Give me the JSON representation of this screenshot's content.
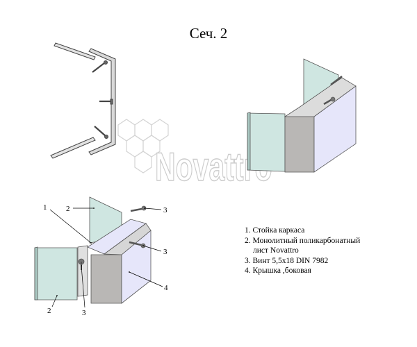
{
  "title": "Сеч. 2",
  "watermark": {
    "text": "Novattro"
  },
  "callouts": [
    "1",
    "2",
    "3",
    "3",
    "3",
    "4",
    "2",
    "3"
  ],
  "legend": [
    "1. Стойка каркаса",
    "2. Монолитный поликарбонатный",
    "лист Novattro",
    "3. Винт 5,5x18 DIN 7982",
    "4. Крышка ,боковая"
  ],
  "colors": {
    "sheet": "#cfe6e1",
    "sheet_edge": "#9fbfb9",
    "cover_light": "#e6e6fa",
    "cover_dark": "#b9b7b5",
    "frame": "#d9d9d9",
    "line": "#333333",
    "watermark": "#cfcfcf"
  }
}
